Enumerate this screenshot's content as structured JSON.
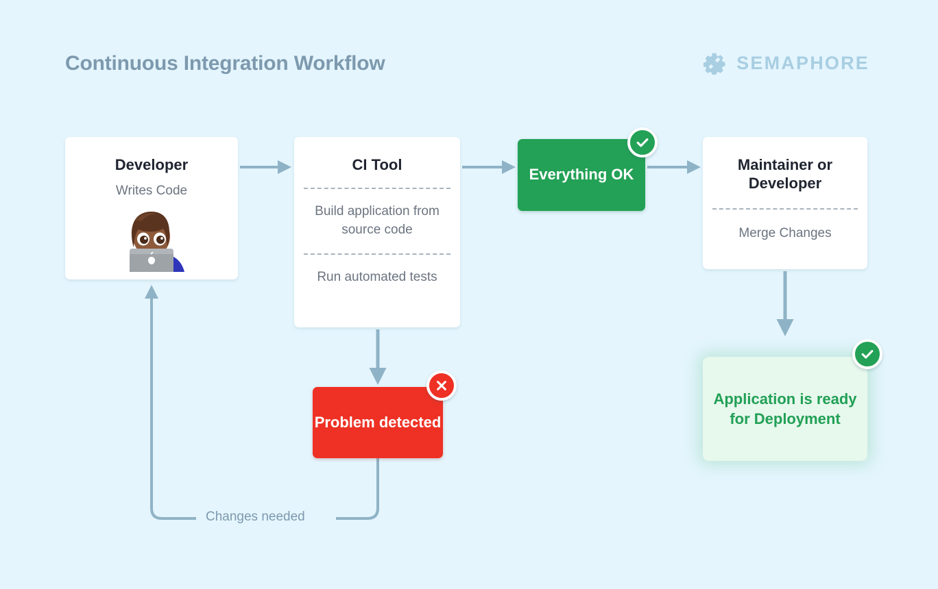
{
  "header": {
    "title": "Continuous Integration Workflow",
    "brand_name": "SEMAPHORE",
    "brand_icon": "gear-icon"
  },
  "colors": {
    "background": "#e4f5fd",
    "title_text": "#7d99ae",
    "brand_text": "#a8cee2",
    "connector": "#8fb3c6",
    "success_green": "#23a156",
    "error_red": "#ee3124",
    "ready_bg": "#e7f8ec",
    "ready_text": "#21a056",
    "card_bg": "#ffffff",
    "card_title": "#1f2430",
    "card_sub": "#6b7480",
    "divider": "#a7b3bd"
  },
  "nodes": {
    "developer": {
      "title": "Developer",
      "subtitle": "Writes Code",
      "avatar_icon": "woman-technologist-emoji"
    },
    "ci_tool": {
      "title": "CI Tool",
      "steps": [
        "Build application from source code",
        "Run automated tests"
      ]
    },
    "everything_ok": {
      "label": "Everything OK",
      "badge_icon": "check-circle-icon",
      "badge_state": "success"
    },
    "maintainer": {
      "title": "Maintainer or Developer",
      "subtitle": "Merge Changes"
    },
    "problem_detected": {
      "label": "Problem detected",
      "badge_icon": "x-circle-icon",
      "badge_state": "error"
    },
    "application_ready": {
      "label": "Application is ready for Deployment",
      "badge_icon": "check-circle-icon",
      "badge_state": "success"
    }
  },
  "connectors": {
    "feedback_label": "Changes needed"
  }
}
